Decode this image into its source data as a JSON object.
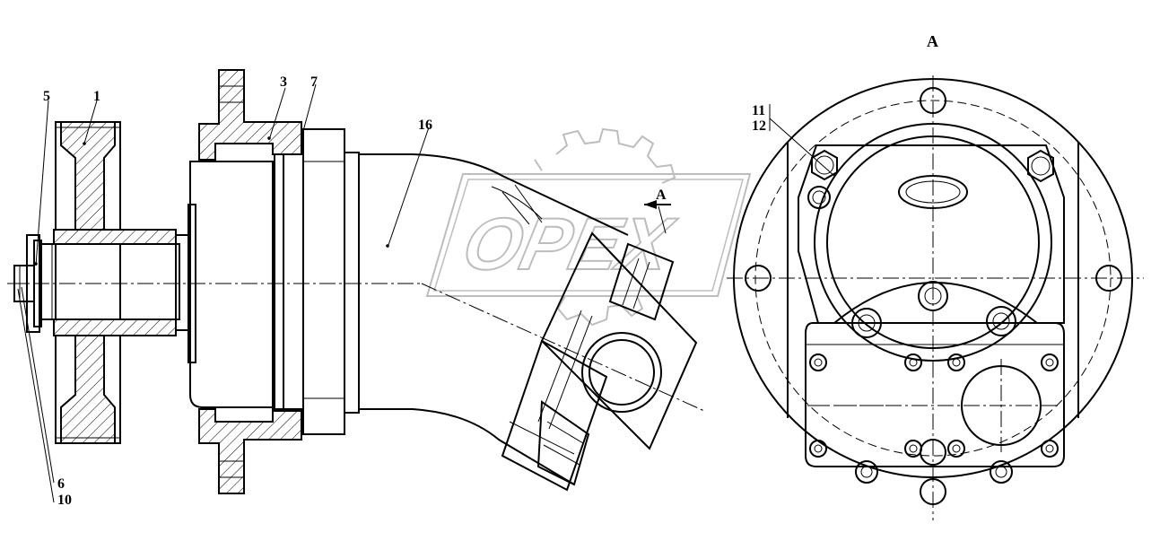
{
  "drawing": {
    "view_label": "A",
    "section_marker": "A",
    "callouts": {
      "c1": "1",
      "c3": "3",
      "c5": "5",
      "c6": "6",
      "c7": "7",
      "c10": "10",
      "c11": "11",
      "c12": "12",
      "c16": "16"
    }
  },
  "watermark": {
    "text": "OPEX"
  },
  "colors": {
    "line": "#000000",
    "watermark": "#bdbdbd",
    "background": "#ffffff"
  }
}
